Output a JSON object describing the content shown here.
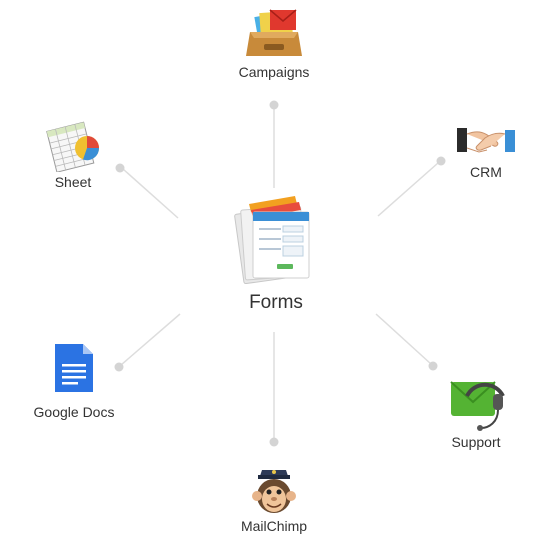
{
  "center": {
    "label": "Forms",
    "icon": "forms-stack-icon"
  },
  "nodes": [
    {
      "id": "campaigns",
      "label": "Campaigns",
      "icon": "inbox-tray-envelope-icon"
    },
    {
      "id": "crm",
      "label": "CRM",
      "icon": "handshake-icon"
    },
    {
      "id": "support",
      "label": "Support",
      "icon": "headset-envelope-icon"
    },
    {
      "id": "mailchimp",
      "label": "MailChimp",
      "icon": "mailchimp-monkey-icon"
    },
    {
      "id": "googledocs",
      "label": "Google Docs",
      "icon": "google-docs-icon"
    },
    {
      "id": "sheet",
      "label": "Sheet",
      "icon": "spreadsheet-pie-chart-icon"
    }
  ],
  "colors": {
    "connector": "#dddddd",
    "dot": "#d4d4d4",
    "text": "#333333",
    "docs_blue": "#2b73e3",
    "support_green": "#54b333"
  }
}
